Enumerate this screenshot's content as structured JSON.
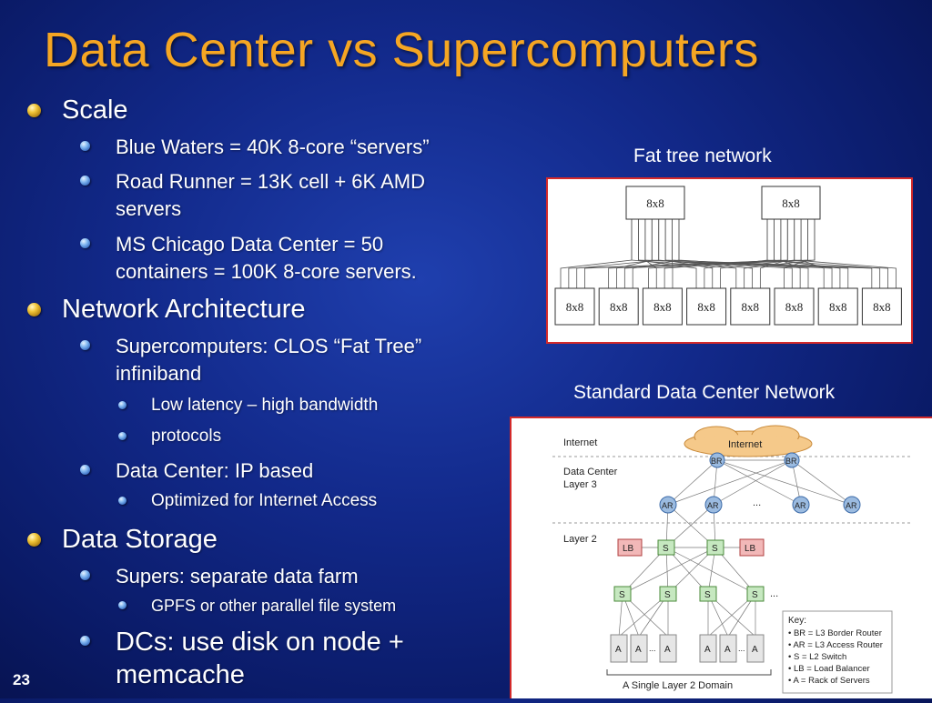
{
  "title": "Data Center vs Supercomputers",
  "bullets": {
    "scale": "Scale",
    "blue_waters": "Blue Waters = 40K 8-core “servers”",
    "road_runner_1": "Road Runner = 13K cell + 6K AMD",
    "road_runner_2": "servers",
    "ms_chicago_1": "MS Chicago Data Center = 50",
    "ms_chicago_2": "containers = 100K 8-core servers.",
    "network_arch": "Network Architecture",
    "supercomputers_1": "Supercomputers: CLOS  “Fat Tree”",
    "supercomputers_2": "infiniband",
    "low_latency": "Low latency – high bandwidth",
    "protocols": "protocols",
    "data_center_ip": "Data Center: IP based",
    "optimized": "Optimized for Internet Access",
    "data_storage": "Data Storage",
    "supers_farm": "Supers: separate data farm",
    "gpfs": "GPFS or other parallel file system",
    "dcs_1": "DCs: use disk on node +",
    "dcs_2": "memcache"
  },
  "fat_tree": {
    "caption": "Fat tree network",
    "top_switch_label": "8x8",
    "bottom_switch_label": "8x8"
  },
  "dc_network": {
    "caption": "Standard Data Center Network",
    "internet_label": "Internet",
    "cloud_label": "Internet",
    "dc_layer3_1": "Data Center",
    "dc_layer3_2": "Layer 3",
    "layer2": "Layer 2",
    "br": "BR",
    "ar": "AR",
    "lb": "LB",
    "s": "S",
    "a": "A",
    "ellipsis": "...",
    "domain_label": "A Single Layer 2 Domain",
    "key_title": "Key:",
    "key_items": [
      "• BR = L3 Border Router",
      "• AR = L3 Access Router",
      "• S = L2 Switch",
      "• LB = Load Balancer",
      "• A = Rack of Servers"
    ]
  },
  "slide_number": "23",
  "colors": {
    "title": "#f5a623",
    "background": "#12298a",
    "figure_border": "#d42a2a"
  }
}
